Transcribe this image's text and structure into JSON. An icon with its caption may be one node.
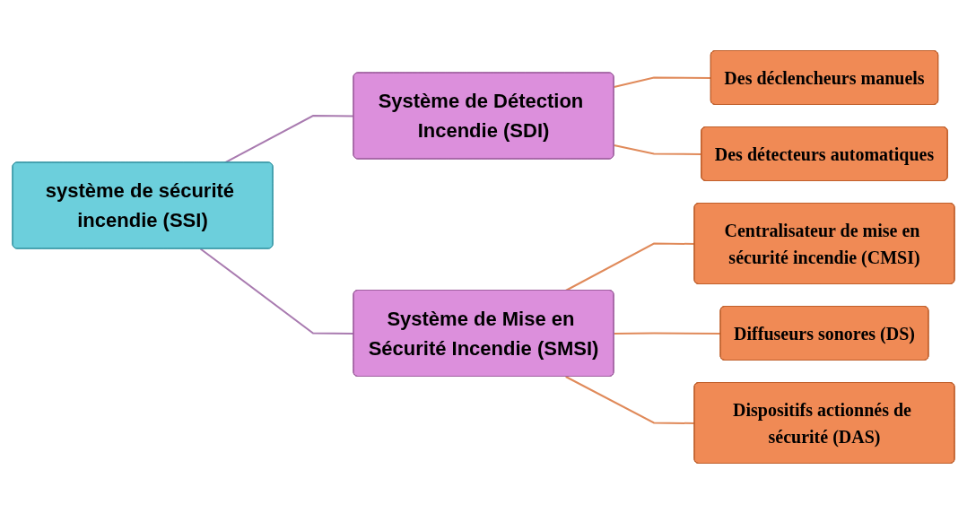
{
  "diagram": {
    "nodes": [
      {
        "text": [
          "système de sécurité incendie (SSI)"
        ]
      },
      {
        "text": [
          "Système de Détection Incendie (SDI)"
        ]
      },
      {
        "text": [
          "Système de Mise en Sécurité Incendie (SMSI)"
        ]
      },
      {
        "text": [
          "Des déclencheurs manuels"
        ]
      },
      {
        "text": [
          "Des détecteurs automatiques"
        ]
      },
      {
        "text": [
          "Centralisateur de mise en sécurité incendie (CMSI)"
        ]
      },
      {
        "text": [
          "Diffuseurs sonores (DS)"
        ]
      },
      {
        "text": [
          "Dispositifs actionnés de sécurité (DAS)"
        ]
      }
    ],
    "edges": [
      {
        "from": 0,
        "to": 1,
        "arrow": "none",
        "color": "#a97bb0"
      },
      {
        "from": 0,
        "to": 2,
        "arrow": "none",
        "color": "#a97bb0"
      },
      {
        "from": 1,
        "to": 3,
        "arrow": "none"
      },
      {
        "from": 1,
        "to": 4,
        "arrow": "none"
      },
      {
        "from": 2,
        "to": 5,
        "arrow": "none"
      },
      {
        "from": 2,
        "to": 6,
        "arrow": "none"
      },
      {
        "from": 2,
        "to": 7,
        "arrow": "none"
      }
    ]
  }
}
